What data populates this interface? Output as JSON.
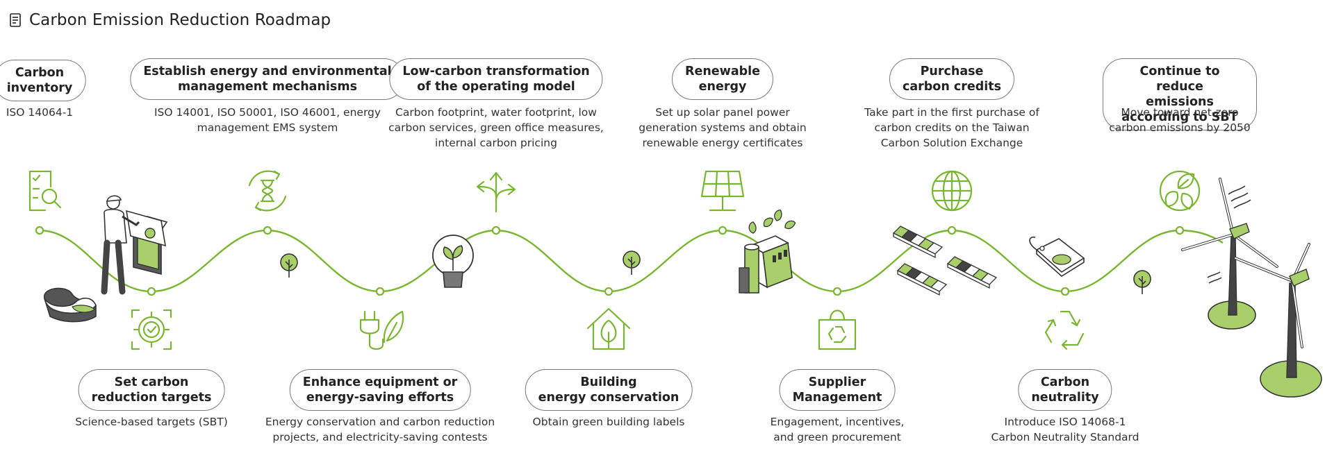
{
  "page": {
    "title": "Carbon Emission Reduction Roadmap",
    "title_icon": "document-list-icon"
  },
  "colors": {
    "accent": "#7ab532",
    "accent_light": "#a9cf6a",
    "line_dark": "#333333",
    "text": "#222222"
  },
  "milestones": [
    {
      "title": "Carbon\ninventory",
      "desc": "ISO 14064-1",
      "icon": "inspection-magnifier-icon"
    },
    {
      "title": "Set carbon\nreduction targets",
      "desc": "Science-based targets (SBT)",
      "icon": "target-check-icon"
    },
    {
      "title": "Establish energy and environmental\nmanagement mechanisms",
      "desc": "ISO 14001, ISO 50001, ISO 46001, energy\nmanagement EMS system",
      "icon": "hourglass-cycle-icon"
    },
    {
      "title": "Enhance equipment or\nenergy-saving efforts",
      "desc": "Energy conservation and carbon reduction\nprojects, and electricity-saving contests",
      "icon": "plug-leaf-icon"
    },
    {
      "title": "Low-carbon transformation\nof the operating model",
      "desc": "Carbon footprint, water footprint, low\ncarbon services, green office measures,\ninternal carbon pricing",
      "icon": "branching-arrows-icon"
    },
    {
      "title": "Building\nenergy conservation",
      "desc": "Obtain green building labels",
      "icon": "green-house-icon"
    },
    {
      "title": "Renewable\nenergy",
      "desc": "Set up solar panel power\ngeneration systems and obtain\nrenewable energy certificates",
      "icon": "solar-panel-icon"
    },
    {
      "title": "Supplier\nManagement",
      "desc": "Engagement, incentives,\nand green procurement",
      "icon": "recycle-bag-icon"
    },
    {
      "title": "Purchase\ncarbon credits",
      "desc": "Take part in the first purchase of\ncarbon credits on the Taiwan\nCarbon Solution Exchange",
      "icon": "globe-icon"
    },
    {
      "title": "Carbon\nneutrality",
      "desc": "Introduce ISO 14068-1\nCarbon Neutrality Standard",
      "icon": "recycle-arrows-icon"
    },
    {
      "title": "Continue to reduce\nemissions according to SBT",
      "desc": "Move toward net-zero\ncarbon emissions by 2050",
      "icon": "leaves-cycle-icon"
    }
  ],
  "illustrations": [
    {
      "name": "person-at-board-illustration"
    },
    {
      "name": "carbon-symbol-illustration"
    },
    {
      "name": "tree-illustration"
    },
    {
      "name": "lightbulb-sprout-illustration"
    },
    {
      "name": "green-factory-illustration"
    },
    {
      "name": "carbon-credit-blocks-illustration"
    },
    {
      "name": "eco-tag-illustration"
    },
    {
      "name": "wind-turbines-illustration"
    }
  ]
}
